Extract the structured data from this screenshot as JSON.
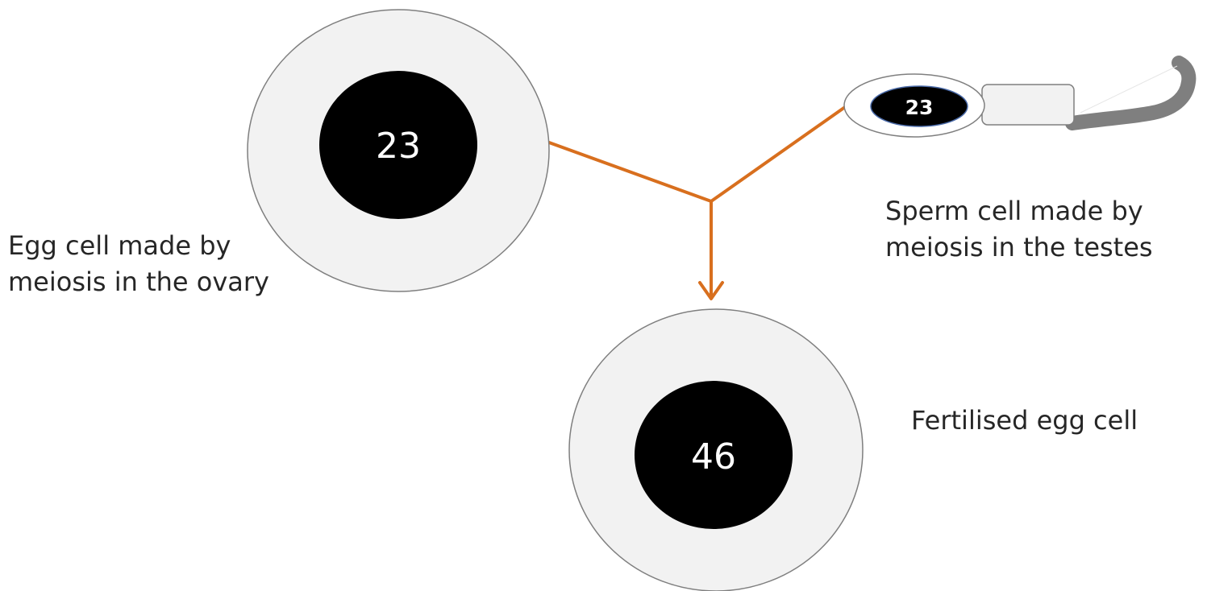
{
  "diagram": {
    "egg": {
      "chromosome_count": "23",
      "label_line1": "Egg cell made by",
      "label_line2": "meiosis in the ovary"
    },
    "sperm": {
      "chromosome_count": "23",
      "label_line1": "Sperm cell made by",
      "label_line2": "meiosis in the testes"
    },
    "fertilised": {
      "chromosome_count": "46",
      "label": "Fertilised egg cell"
    },
    "colors": {
      "cell_fill": "#f2f2f2",
      "cell_outline": "#7f7f7f",
      "nucleus": "#000000",
      "arrow": "#d86f1e",
      "tail": "#7f7f7f"
    }
  }
}
